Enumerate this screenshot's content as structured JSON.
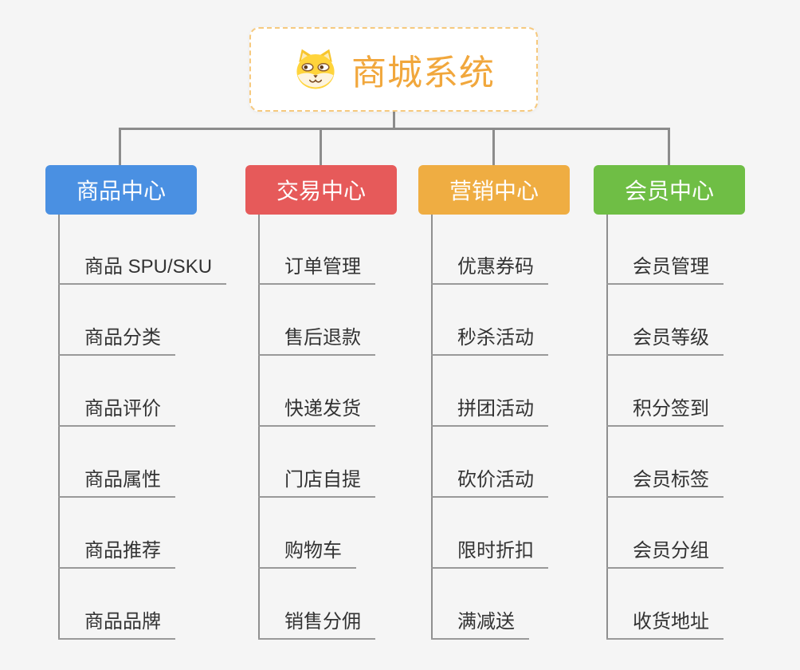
{
  "canvas": {
    "background": "#f5f5f5",
    "connector_color": "#8c8c8c"
  },
  "root": {
    "title": "商城系统",
    "icon": "shiba-dog-icon",
    "accent_color": "#F1A73C",
    "border_color": "#F6C97E"
  },
  "branches": [
    {
      "id": "product-center",
      "label": "商品中心",
      "color": "#4A90E2",
      "items": [
        "商品 SPU/SKU",
        "商品分类",
        "商品评价",
        "商品属性",
        "商品推荐",
        "商品品牌"
      ]
    },
    {
      "id": "trade-center",
      "label": "交易中心",
      "color": "#E65A5A",
      "items": [
        "订单管理",
        "售后退款",
        "快递发货",
        "门店自提",
        "购物车",
        "销售分佣"
      ]
    },
    {
      "id": "marketing-center",
      "label": "营销中心",
      "color": "#EFAD42",
      "items": [
        "优惠券码",
        "秒杀活动",
        "拼团活动",
        "砍价活动",
        "限时折扣",
        "满减送"
      ]
    },
    {
      "id": "member-center",
      "label": "会员中心",
      "color": "#6FBE45",
      "items": [
        "会员管理",
        "会员等级",
        "积分签到",
        "会员标签",
        "会员分组",
        "收货地址"
      ]
    }
  ]
}
